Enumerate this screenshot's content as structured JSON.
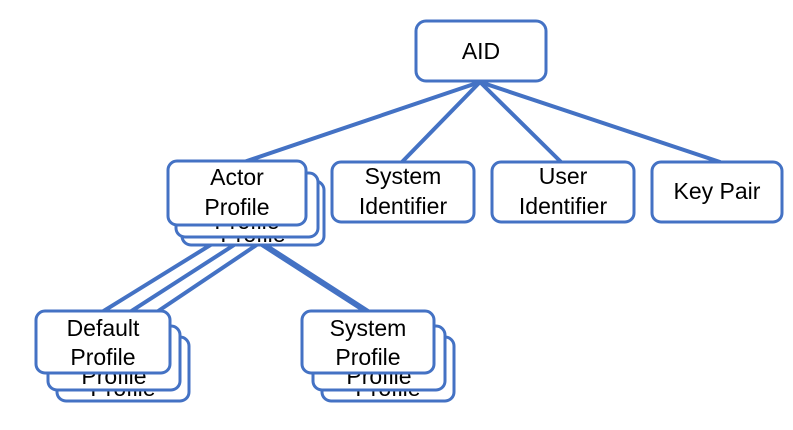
{
  "diagram": {
    "root": {
      "label": "AID"
    },
    "children": {
      "actor_profile": {
        "line1": "Actor",
        "line2": "Profile"
      },
      "system_identifier": {
        "line1": "System",
        "line2": "Identifier"
      },
      "user_identifier": {
        "line1": "User",
        "line2": "Identifier"
      },
      "key_pair": {
        "label": "Key Pair"
      }
    },
    "grandchildren": {
      "default_profile": {
        "line1": "Default",
        "line2": "Profile"
      },
      "system_profile": {
        "line1": "System",
        "line2": "Profile"
      }
    },
    "stacked_copy_label": "Profile"
  },
  "colors": {
    "stroke": "#4472c4",
    "fill": "#ffffff",
    "text": "#000000"
  }
}
